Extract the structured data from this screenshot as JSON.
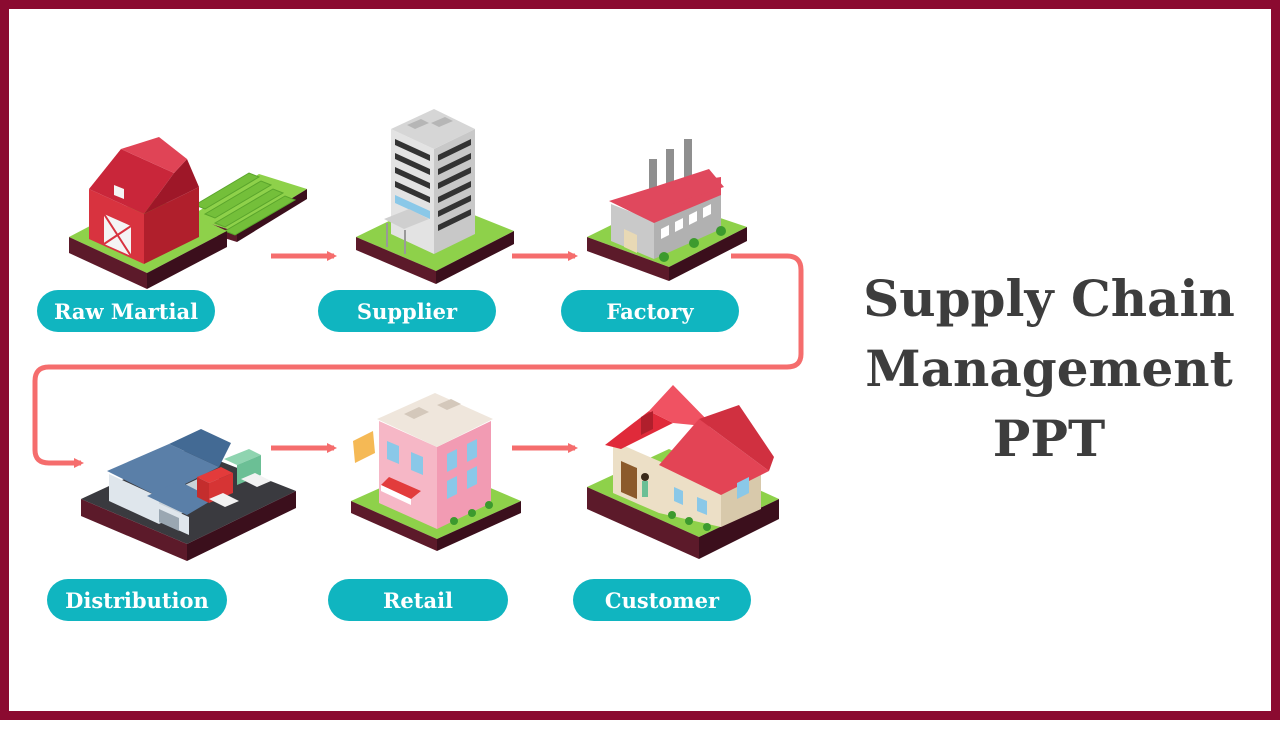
{
  "title": {
    "line1": "Supply Chain",
    "line2": "Management",
    "line3": "PPT"
  },
  "stages": [
    {
      "label": "Raw Martial",
      "icon": "barn-field-icon"
    },
    {
      "label": "Supplier",
      "icon": "office-building-icon"
    },
    {
      "label": "Factory",
      "icon": "factory-icon"
    },
    {
      "label": "Distribution",
      "icon": "warehouse-trucks-icon"
    },
    {
      "label": "Retail",
      "icon": "retail-store-icon"
    },
    {
      "label": "Customer",
      "icon": "house-icon"
    }
  ],
  "colors": {
    "frame": "#8b0a30",
    "pill": "#10b5c0",
    "arrow": "#f56d6d",
    "title": "#3d3d3d"
  }
}
